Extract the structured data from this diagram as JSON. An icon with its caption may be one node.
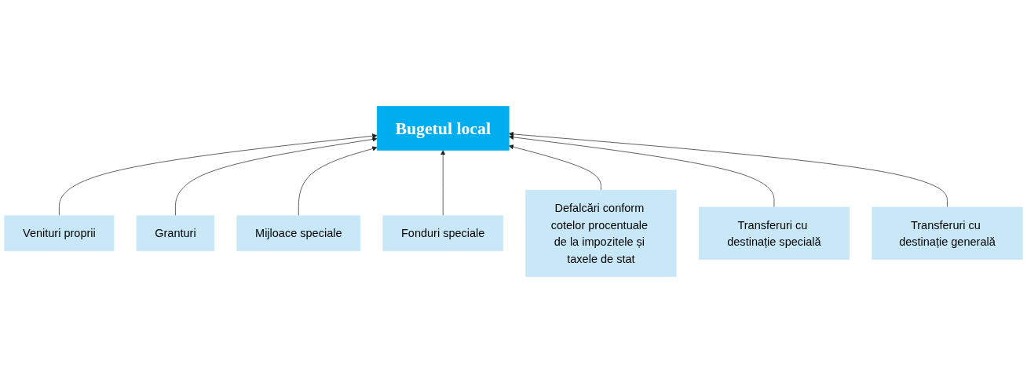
{
  "diagram": {
    "nodes": [
      {
        "text": [
          "Venituri proprii"
        ]
      },
      {
        "text": [
          "Bugetul local"
        ]
      },
      {
        "text": [
          "Granturi"
        ]
      },
      {
        "text": [
          "Mijloace speciale"
        ]
      },
      {
        "text": [
          "Fonduri speciale"
        ]
      },
      {
        "text": [
          "Defalcări conform cotelor procentuale de la impozitele și taxele de stat"
        ]
      },
      {
        "text": [
          "Transferuri cu destinație specială"
        ]
      },
      {
        "text": [
          "Transferuri cu destinație generală"
        ]
      }
    ],
    "edges": [
      {
        "from": 0,
        "to": 1,
        "arrow": "to"
      },
      {
        "from": 2,
        "to": 1,
        "arrow": "to"
      },
      {
        "from": 3,
        "to": 1,
        "arrow": "to"
      },
      {
        "from": 4,
        "to": 1,
        "arrow": "to"
      },
      {
        "from": 5,
        "to": 1,
        "arrow": "to"
      },
      {
        "from": 6,
        "to": 1,
        "arrow": "to"
      },
      {
        "from": 7,
        "to": 1,
        "arrow": "to"
      }
    ]
  }
}
